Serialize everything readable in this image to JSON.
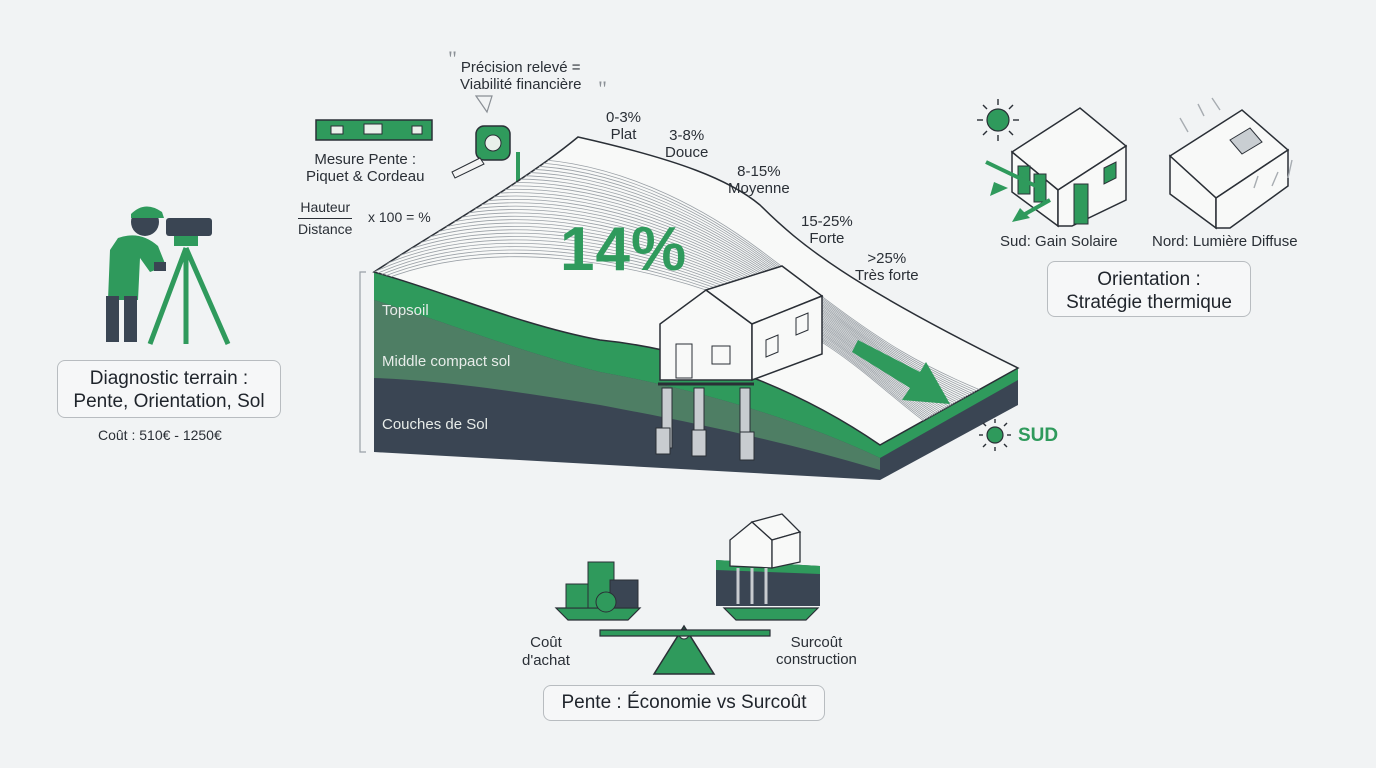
{
  "quote": {
    "line1": "Précision relevé =",
    "line2": "Viabilité financière"
  },
  "tools": {
    "label_line1": "Mesure Pente :",
    "label_line2": "Piquet & Cordeau"
  },
  "formula": {
    "numerator": "Hauteur",
    "denominator": "Distance",
    "suffix": "x 100 = %"
  },
  "slope_classes": [
    {
      "range": "0-3%",
      "name": "Plat"
    },
    {
      "range": "3-8%",
      "name": "Douce"
    },
    {
      "range": "8-15%",
      "name": "Moyenne"
    },
    {
      "range": "15-25%",
      "name": "Forte"
    },
    {
      "range": ">25%",
      "name": "Très forte"
    }
  ],
  "slope_value": "14%",
  "soil_layers": [
    "Topsoil",
    "Middle compact sol",
    "Couches de Sol"
  ],
  "south_label": "SUD",
  "diagnostic": {
    "title_line1": "Diagnostic terrain :",
    "title_line2": "Pente, Orientation, Sol",
    "cost": "Coût : 510€ - 1250€"
  },
  "orientation": {
    "south_caption": "Sud: Gain Solaire",
    "north_caption": "Nord: Lumière Diffuse",
    "title_line1": "Orientation :",
    "title_line2": "Stratégie thermique"
  },
  "balance": {
    "left_line1": "Coût",
    "left_line2": "d'achat",
    "right_line1": "Surcoût",
    "right_line2": "construction",
    "title": "Pente : Économie vs Surcoût"
  },
  "colors": {
    "green": "#2f9a5c",
    "dark": "#3a4553",
    "mid_green": "#4e7e64",
    "outline": "#2a2f36"
  }
}
